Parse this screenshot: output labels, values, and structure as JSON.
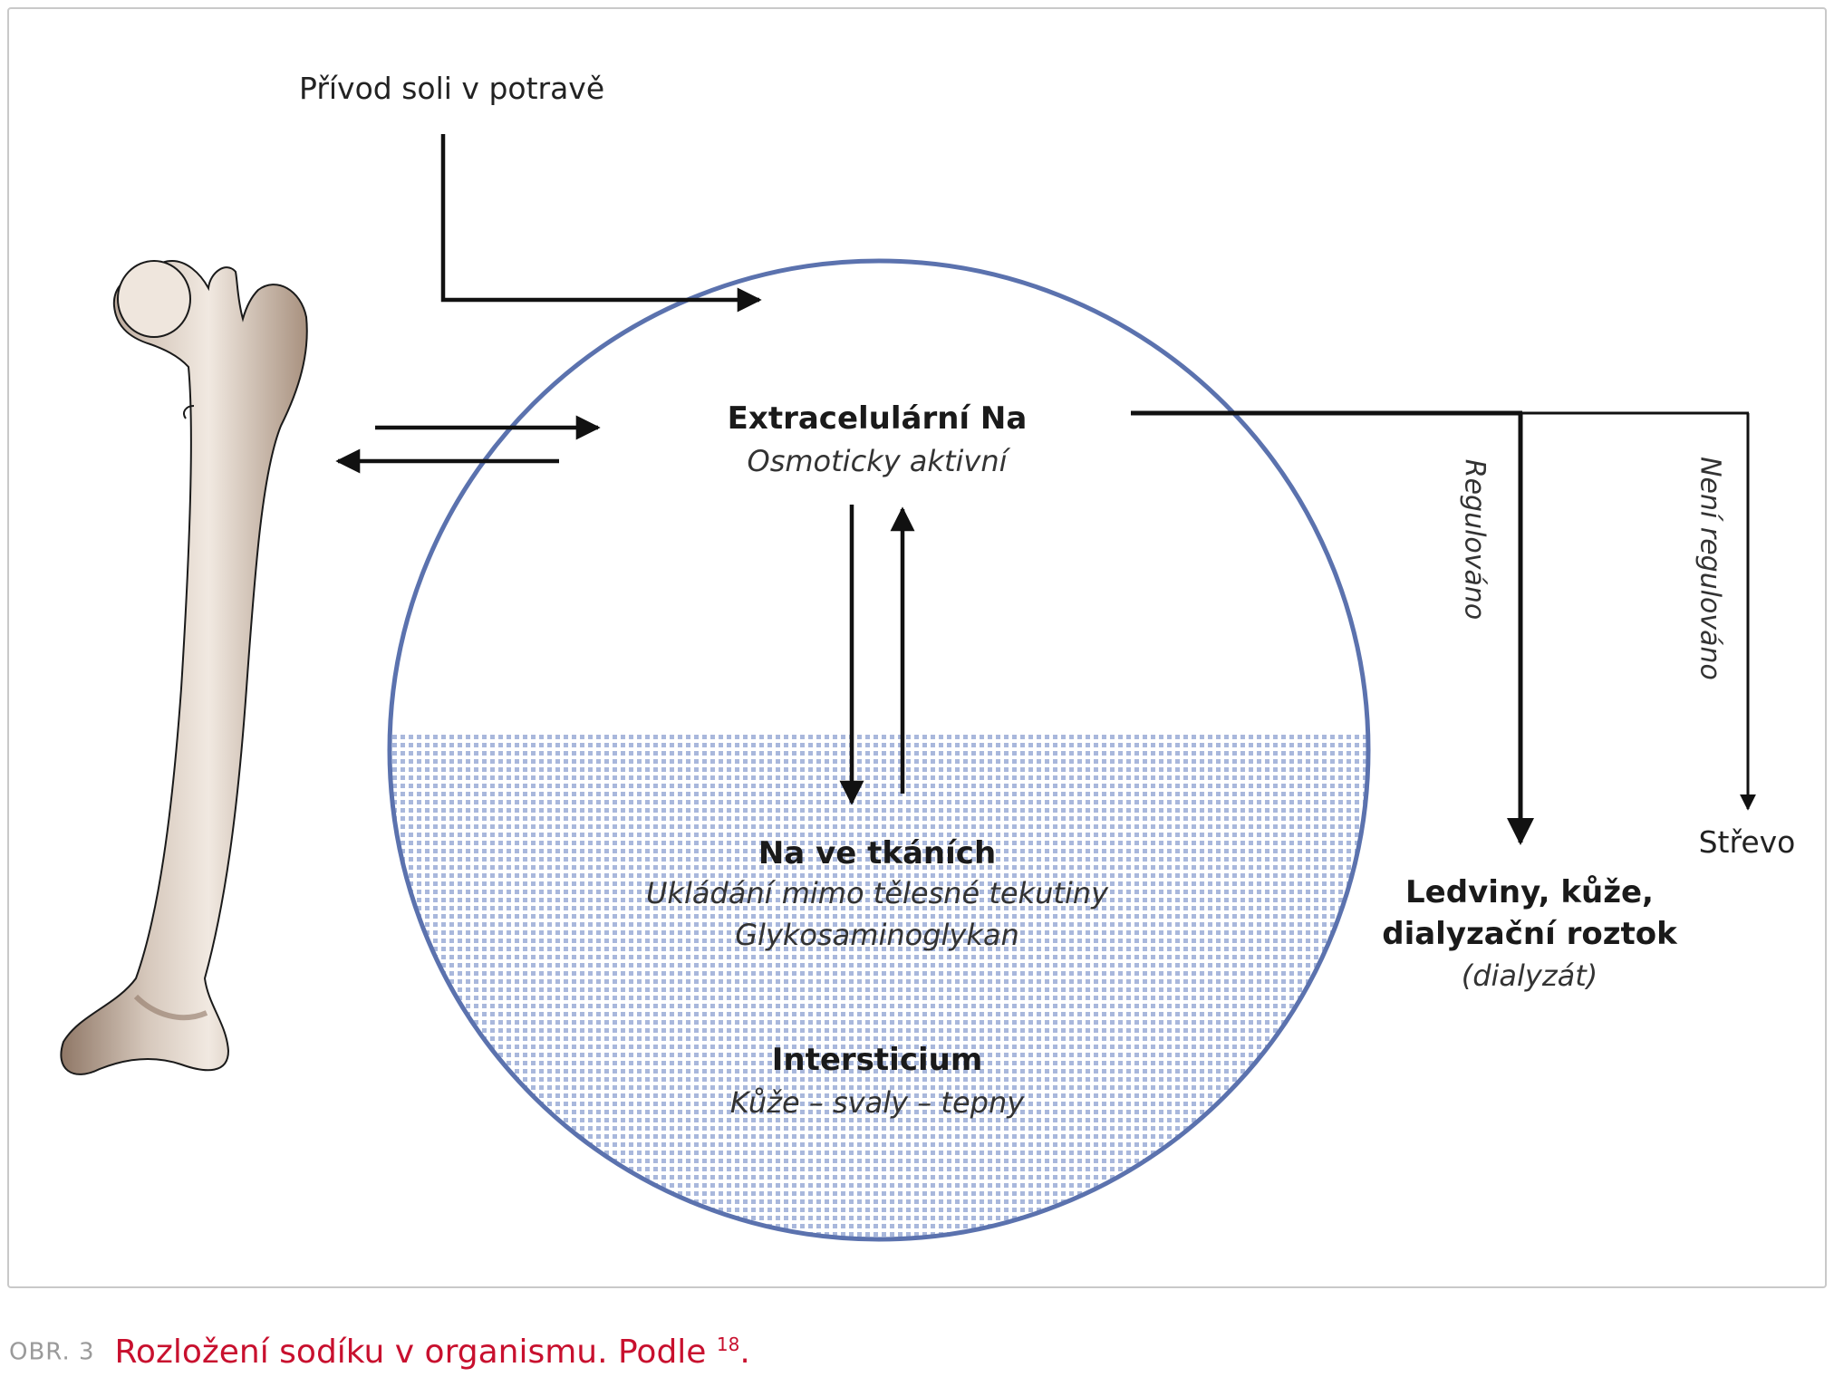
{
  "diagram": {
    "intake_label": "Přívod soli v potravě",
    "extracellular_title": "Extracelulární Na",
    "extracellular_sub": "Osmoticky aktivní",
    "tissue_title": "Na ve tkáních",
    "tissue_sub1": "Ukládání mimo tělesné tekutiny",
    "tissue_sub2": "Glykosaminoglykan",
    "interstitium_title": "Intersticium",
    "interstitium_sub": "Kůže – svaly – tepny",
    "regulated_label": "Regulováno",
    "not_regulated_label": "Není regulováno",
    "kidney_title_1": "Ledviny, kůže,",
    "kidney_title_2": "dialyzační roztok",
    "kidney_sub": "(dialyzát)",
    "gut_label": "Střevo",
    "colors": {
      "circle_stroke": "#5b72ae",
      "tissue_fill": "#9fb0d8",
      "bone_fill": "#d8cbc0",
      "bone_shadow": "#9c8574",
      "arrows": "#111111",
      "caption_red": "#c8102e"
    }
  },
  "caption": {
    "figure_number": "OBR. 3",
    "text": "Rozložení sodíku v organismu. Podle ",
    "reference": "18",
    "period": "."
  }
}
